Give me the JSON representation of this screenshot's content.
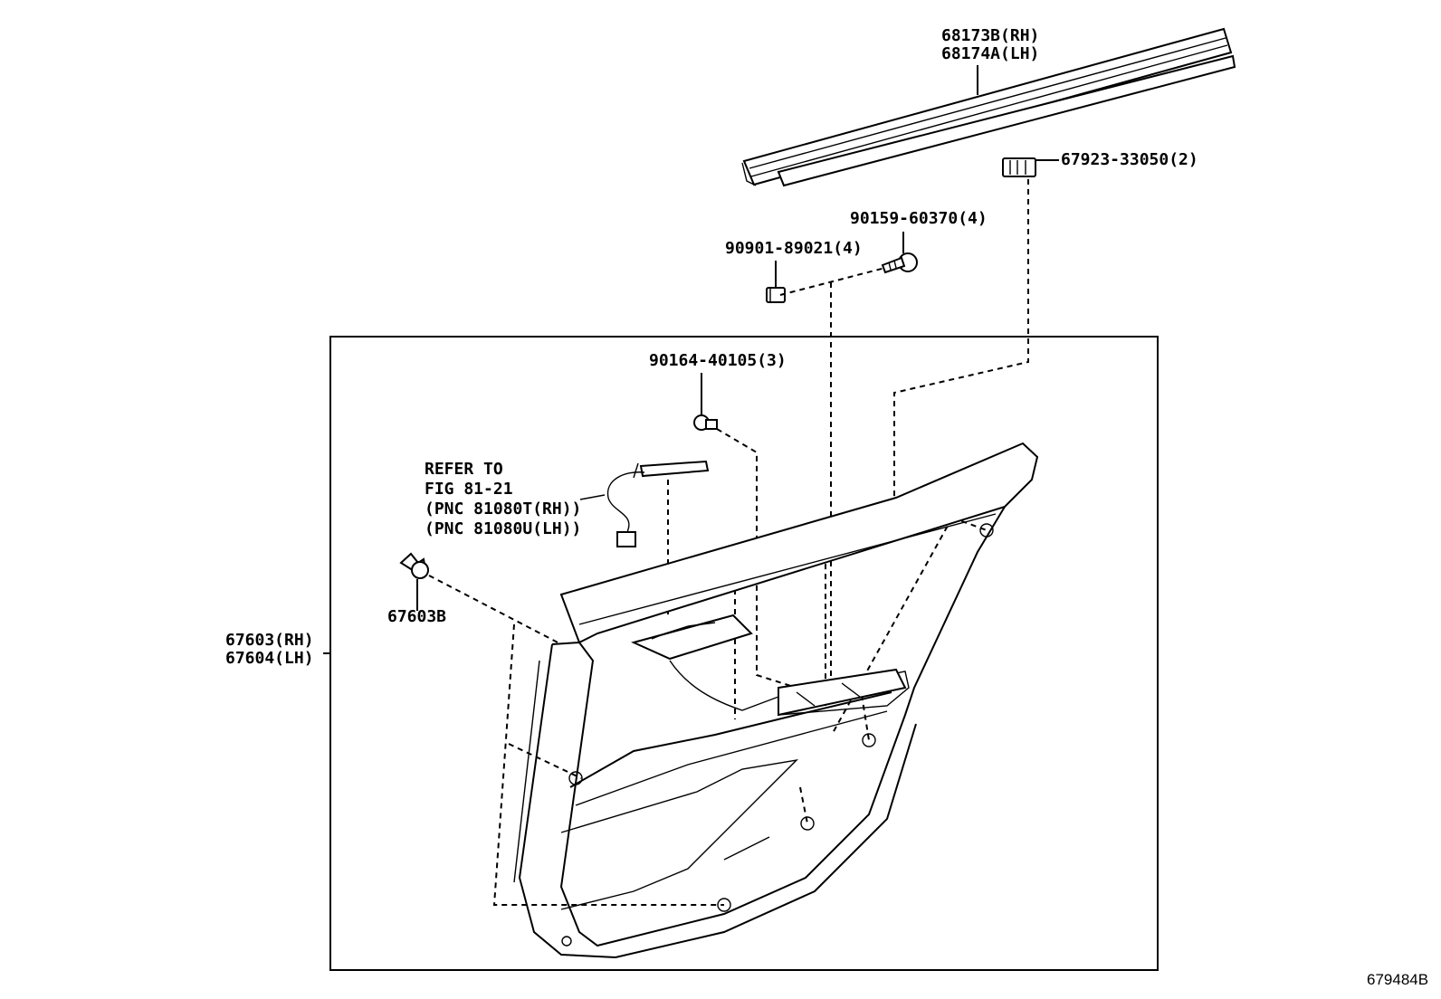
{
  "diagram_id": "679484B",
  "labels": {
    "weatherstrip_rh": "68173B(RH)",
    "weatherstrip_lh": "68174A(LH)",
    "clip_67923": "67923-33050(2)",
    "screw_90159": "90159-60370(4)",
    "nut_90901": "90901-89021(4)",
    "screw_90164": "90164-40105(3)",
    "clip_67603b": "67603B",
    "panel_rh": "67603(RH)",
    "panel_lh": "67604(LH)"
  },
  "reference": {
    "line1": "REFER TO",
    "line2": "FIG 81-21",
    "line3": "(PNC 81080T(RH))",
    "line4": "(PNC 81080U(LH))"
  }
}
